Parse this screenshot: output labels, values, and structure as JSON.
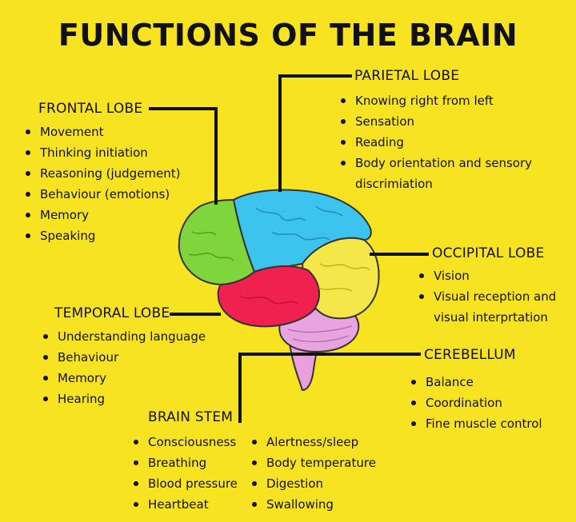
{
  "title": "FUNCTIONS OF THE BRAIN",
  "sections": {
    "frontal": {
      "heading": "FRONTAL LOBE",
      "items": [
        "Movement",
        "Thinking initiation",
        "Reasoning (judgement)",
        "Behaviour (emotions)",
        "Memory",
        "Speaking"
      ]
    },
    "parietal": {
      "heading": "PARIETAL LOBE",
      "items": [
        "Knowing right from left",
        "Sensation",
        "Reading",
        "Body orientation and sensory discrimiation"
      ]
    },
    "occipital": {
      "heading": "OCCIPITAL LOBE",
      "items": [
        "Vision",
        "Visual reception and visual interprtation"
      ]
    },
    "temporal": {
      "heading": "TEMPORAL LOBE",
      "items": [
        "Understanding language",
        "Behaviour",
        "Memory",
        "Hearing"
      ]
    },
    "cerebellum": {
      "heading": "CEREBELLUM",
      "items": [
        "Balance",
        "Coordination",
        "Fine muscle control"
      ]
    },
    "brainstem": {
      "heading": "BRAIN STEM",
      "items_left": [
        "Consciousness",
        "Breathing",
        "Blood pressure",
        "Heartbeat"
      ],
      "items_right": [
        "Alertness/sleep",
        "Body temperature",
        "Digestion",
        "Swallowing"
      ]
    }
  },
  "colors": {
    "background": "#f7e321",
    "frontal": "#7ed63c",
    "parietal": "#3cc4ee",
    "occipital": "#f5e64a",
    "temporal": "#f0204f",
    "cerebellum": "#e8a4e0",
    "brainstem": "#eaa0dc",
    "lines": "#111111"
  }
}
